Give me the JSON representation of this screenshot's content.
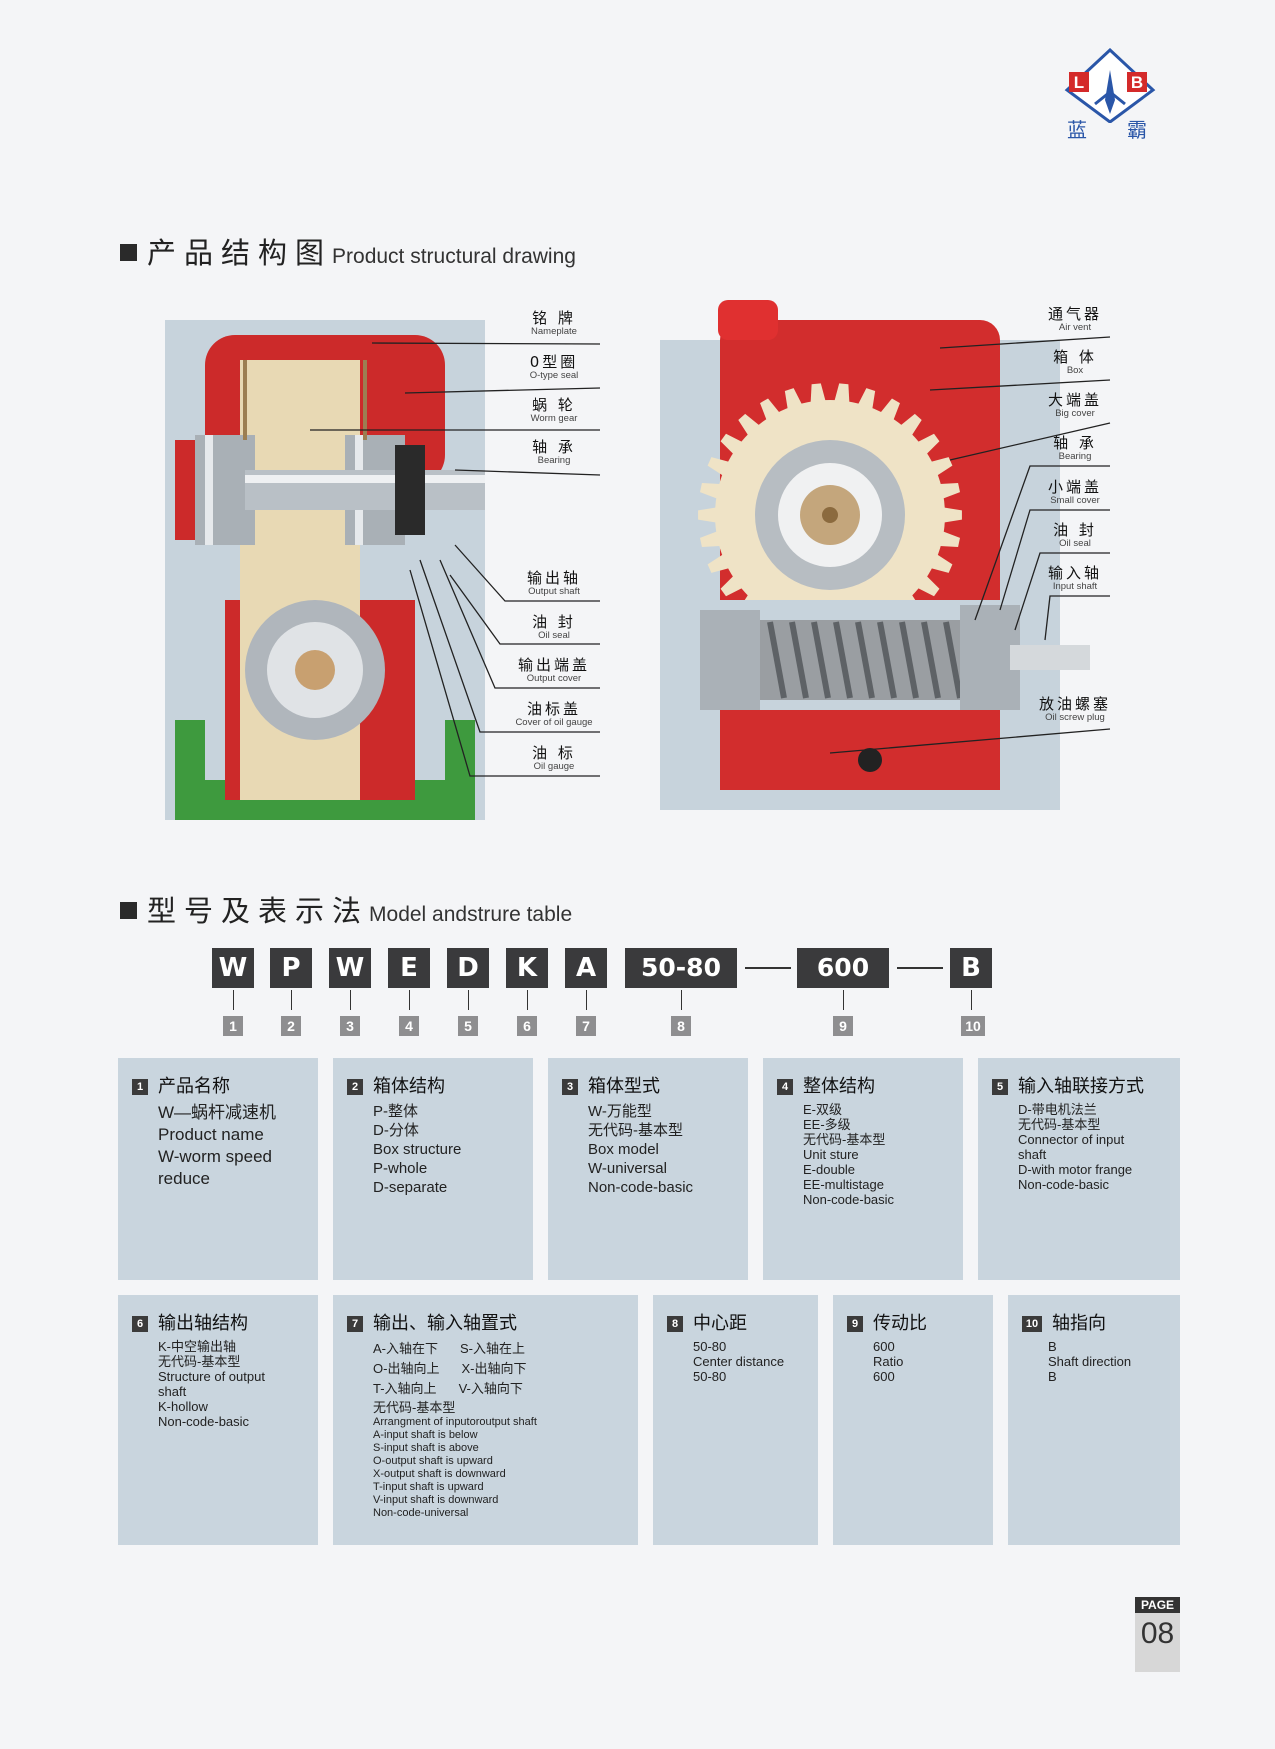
{
  "logo": {
    "letters": [
      "L",
      "B"
    ],
    "chinese": [
      "蓝",
      "霸"
    ]
  },
  "sections": {
    "structure": {
      "cn": "产品结构图",
      "en": "Product structural drawing"
    },
    "model": {
      "cn": "型号及表示法",
      "en": "Model andstrure table"
    }
  },
  "left_callouts": [
    {
      "cn": "铭 牌",
      "en": "Nameplate"
    },
    {
      "cn": "0型圈",
      "en": "O-type seal"
    },
    {
      "cn": "蜗 轮",
      "en": "Worm gear"
    },
    {
      "cn": "轴 承",
      "en": "Bearing"
    },
    {
      "cn": "输出轴",
      "en": "Output shaft"
    },
    {
      "cn": "油 封",
      "en": "Oil seal"
    },
    {
      "cn": "输出端盖",
      "en": "Output cover"
    },
    {
      "cn": "油标盖",
      "en": "Cover of oil gauge"
    },
    {
      "cn": "油 标",
      "en": "Oil gauge"
    }
  ],
  "right_callouts": [
    {
      "cn": "通气器",
      "en": "Air vent"
    },
    {
      "cn": "箱 体",
      "en": "Box"
    },
    {
      "cn": "大端盖",
      "en": "Big cover"
    },
    {
      "cn": "轴 承",
      "en": "Bearing"
    },
    {
      "cn": "小端盖",
      "en": "Small cover"
    },
    {
      "cn": "油 封",
      "en": "Oil seal"
    },
    {
      "cn": "输入轴",
      "en": "Input shaft"
    },
    {
      "cn": "放油螺塞",
      "en": "Oil screw plug"
    }
  ],
  "model_code": [
    "W",
    "P",
    "W",
    "E",
    "D",
    "K",
    "A",
    "50-80",
    "600",
    "B"
  ],
  "model_numbers": [
    "1",
    "2",
    "3",
    "4",
    "5",
    "6",
    "7",
    "8",
    "9",
    "10"
  ],
  "boxes": [
    {
      "num": "1",
      "title": "产品名称",
      "lines": [
        "W—蜗杆减速机",
        "Product name",
        "W-worm speed",
        "reduce"
      ]
    },
    {
      "num": "2",
      "title": "箱体结构",
      "lines": [
        "P-整体",
        "D-分体",
        "Box structure",
        "P-whole",
        "D-separate"
      ]
    },
    {
      "num": "3",
      "title": "箱体型式",
      "lines": [
        "W-万能型",
        "无代码-基本型",
        "Box model",
        "W-universal",
        "Non-code-basic"
      ]
    },
    {
      "num": "4",
      "title": "整体结构",
      "lines": [
        "E-双级",
        "EE-多级",
        "无代码-基本型",
        "Unit sture",
        "E-double",
        "EE-multistage",
        "Non-code-basic"
      ]
    },
    {
      "num": "5",
      "title": "输入轴联接方式",
      "lines": [
        "D-带电机法兰",
        "无代码-基本型",
        "Connector of input",
        "shaft",
        "D-with motor frange",
        "Non-code-basic"
      ]
    },
    {
      "num": "6",
      "title": "输出轴结构",
      "lines": [
        "K-中空输出轴",
        "无代码-基本型",
        "Structure of output",
        "shaft",
        "K-hollow",
        "Non-code-basic"
      ]
    },
    {
      "num": "7",
      "title": "输出、输入轴置式",
      "pairs": [
        [
          "A-入轴在下",
          "S-入轴在上"
        ],
        [
          "O-出轴向上",
          "X-出轴向下"
        ],
        [
          "T-入轴向上",
          "V-入轴向下"
        ]
      ],
      "lines": [
        "无代码-基本型",
        "Arrangment of inputoroutput shaft",
        "A-input shaft is below",
        "S-input shaft is above",
        "O-output shaft is upward",
        "X-output shaft is downward",
        "T-input shaft is upward",
        "V-input shaft is downward",
        "Non-code-universal"
      ]
    },
    {
      "num": "8",
      "title": "中心距",
      "lines": [
        "50-80",
        "Center distance",
        "50-80"
      ]
    },
    {
      "num": "9",
      "title": "传动比",
      "lines": [
        "600",
        "Ratio",
        "600"
      ]
    },
    {
      "num": "10",
      "title": "轴指向",
      "lines": [
        "B",
        "Shaft direction",
        "B"
      ]
    }
  ],
  "page": {
    "label": "PAGE",
    "number": "08"
  }
}
